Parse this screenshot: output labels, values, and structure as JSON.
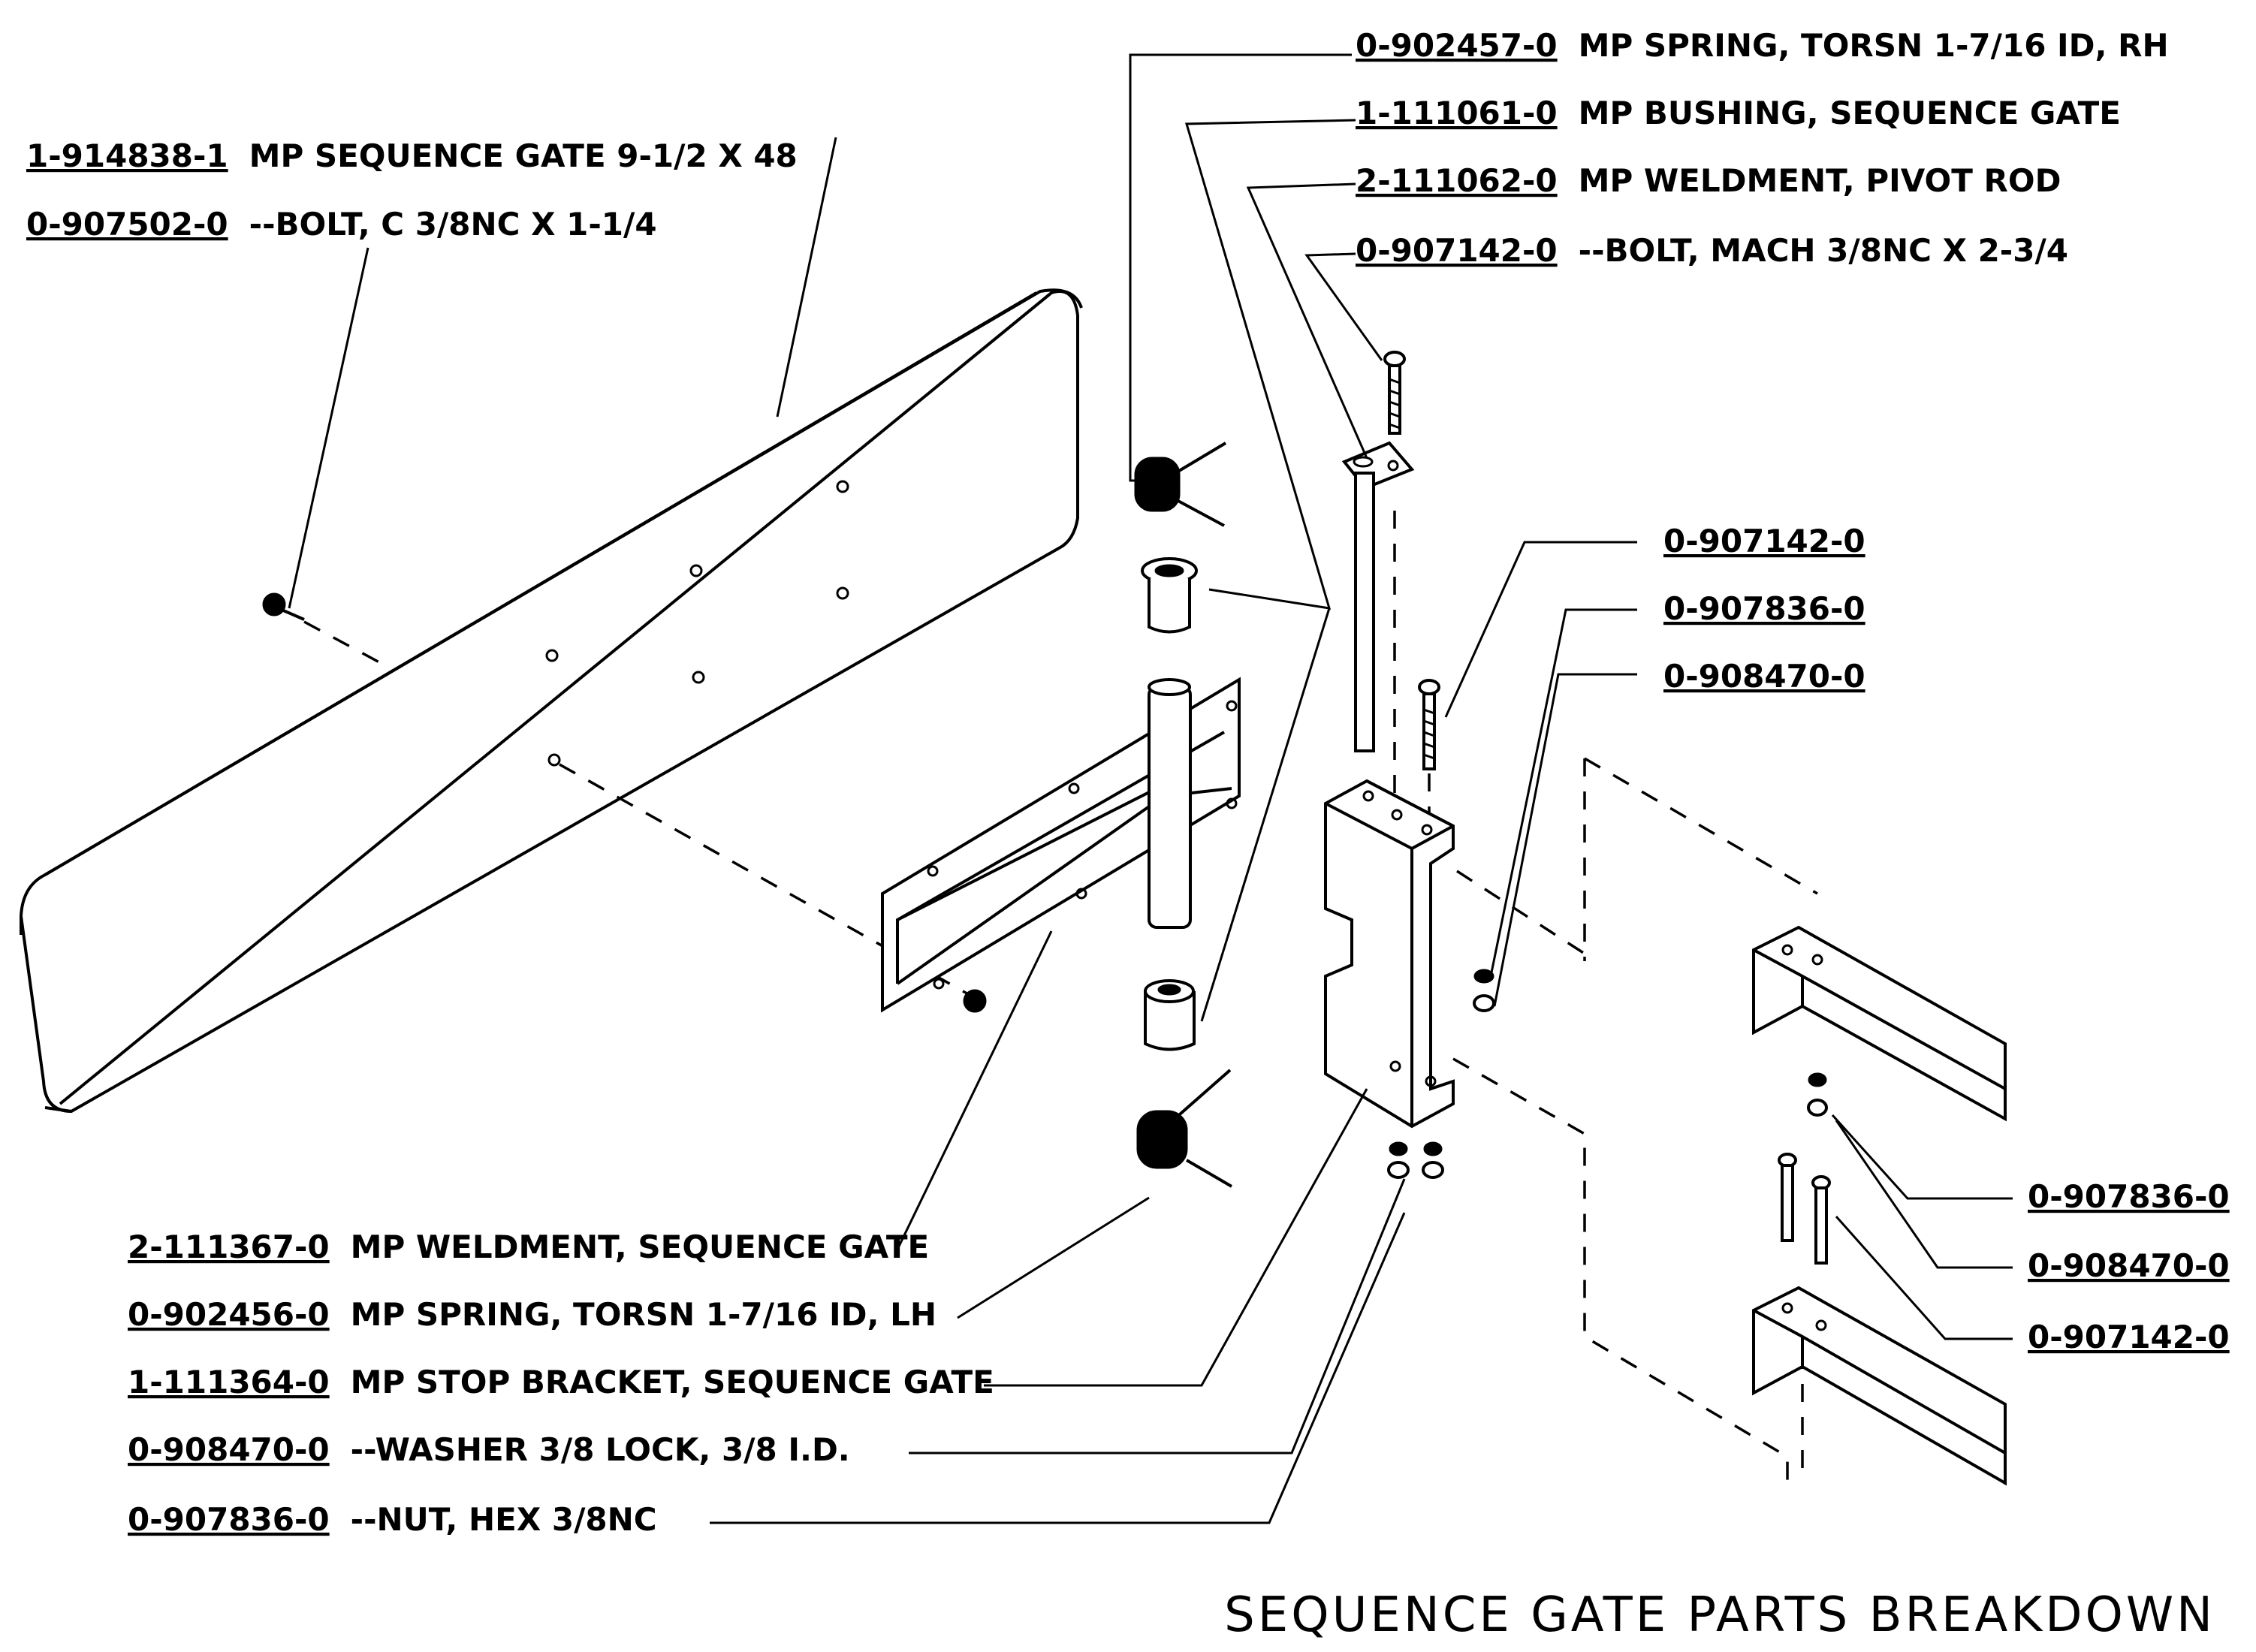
{
  "title": "SEQUENCE GATE PARTS BREAKDOWN",
  "callouts": [
    {
      "part_no": "1-914838-1",
      "desc": "MP SEQUENCE GATE 9-1/2 X 48"
    },
    {
      "part_no": "0-907502-0",
      "desc": "--BOLT, C 3/8NC X 1-1/4"
    },
    {
      "part_no": "0-902457-0",
      "desc": "MP SPRING, TORSN 1-7/16 ID, RH"
    },
    {
      "part_no": "1-111061-0",
      "desc": "MP BUSHING, SEQUENCE GATE"
    },
    {
      "part_no": "2-111062-0",
      "desc": "MP WELDMENT, PIVOT ROD"
    },
    {
      "part_no": "0-907142-0",
      "desc": "--BOLT, MACH 3/8NC X 2-3/4"
    },
    {
      "part_no": "0-907142-0",
      "desc": ""
    },
    {
      "part_no": "0-907836-0",
      "desc": ""
    },
    {
      "part_no": "0-908470-0",
      "desc": ""
    },
    {
      "part_no": "0-907836-0",
      "desc": ""
    },
    {
      "part_no": "0-908470-0",
      "desc": ""
    },
    {
      "part_no": "0-907142-0",
      "desc": ""
    },
    {
      "part_no": "2-111367-0",
      "desc": "MP WELDMENT, SEQUENCE GATE"
    },
    {
      "part_no": "0-902456-0",
      "desc": "MP SPRING, TORSN 1-7/16 ID, LH"
    },
    {
      "part_no": "1-111364-0",
      "desc": "MP STOP BRACKET, SEQUENCE GATE"
    },
    {
      "part_no": "0-908470-0",
      "desc": "--WASHER 3/8 LOCK, 3/8 I.D."
    },
    {
      "part_no": "0-907836-0",
      "desc": "--NUT, HEX 3/8NC"
    }
  ]
}
